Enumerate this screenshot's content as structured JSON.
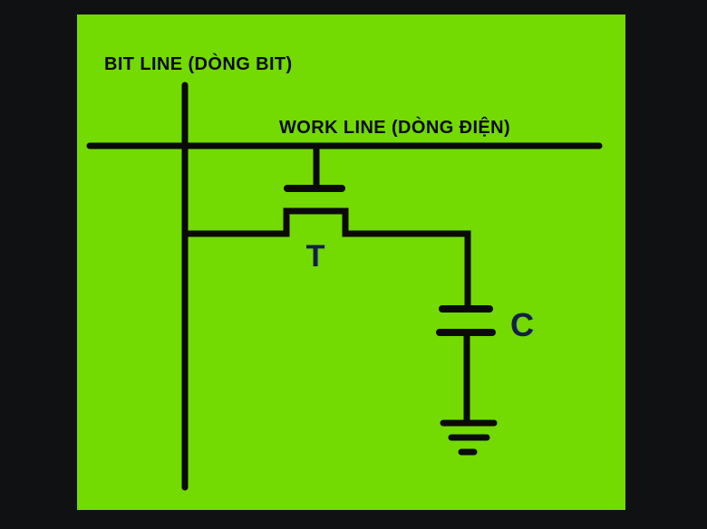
{
  "colors": {
    "background": "#101113",
    "panel": "#73da02",
    "wire": "#0a0a0a",
    "header_text": "#0b0b0b",
    "component_text": "#142040"
  },
  "labels": {
    "bit_line": "BIT LINE (DÒNG BIT)",
    "work_line": "WORK LINE (DÒNG ĐIỆN)",
    "transistor": "T",
    "capacitor": "C"
  }
}
